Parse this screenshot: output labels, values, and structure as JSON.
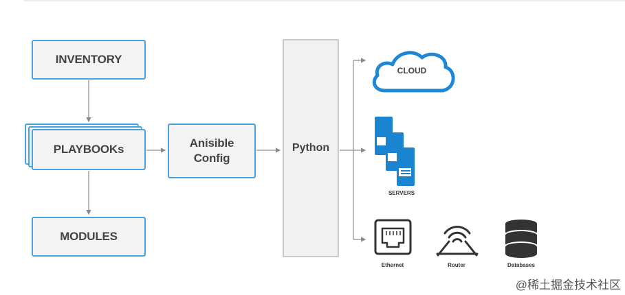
{
  "diagram": {
    "inventory": "INVENTORY",
    "playbooks": "PLAYBOOKs",
    "modules": "MODULES",
    "ansible_config": "Anisible Config",
    "python": "Python",
    "cloud": "CLOUD",
    "servers": "SERVERS",
    "ethernet": "Ethernet",
    "router": "Router",
    "databases": "Databases"
  },
  "colors": {
    "accent": "#4aa3df",
    "server_blue": "#1a84d0",
    "dark": "#333333"
  },
  "watermark": "@稀土掘金技术社区"
}
